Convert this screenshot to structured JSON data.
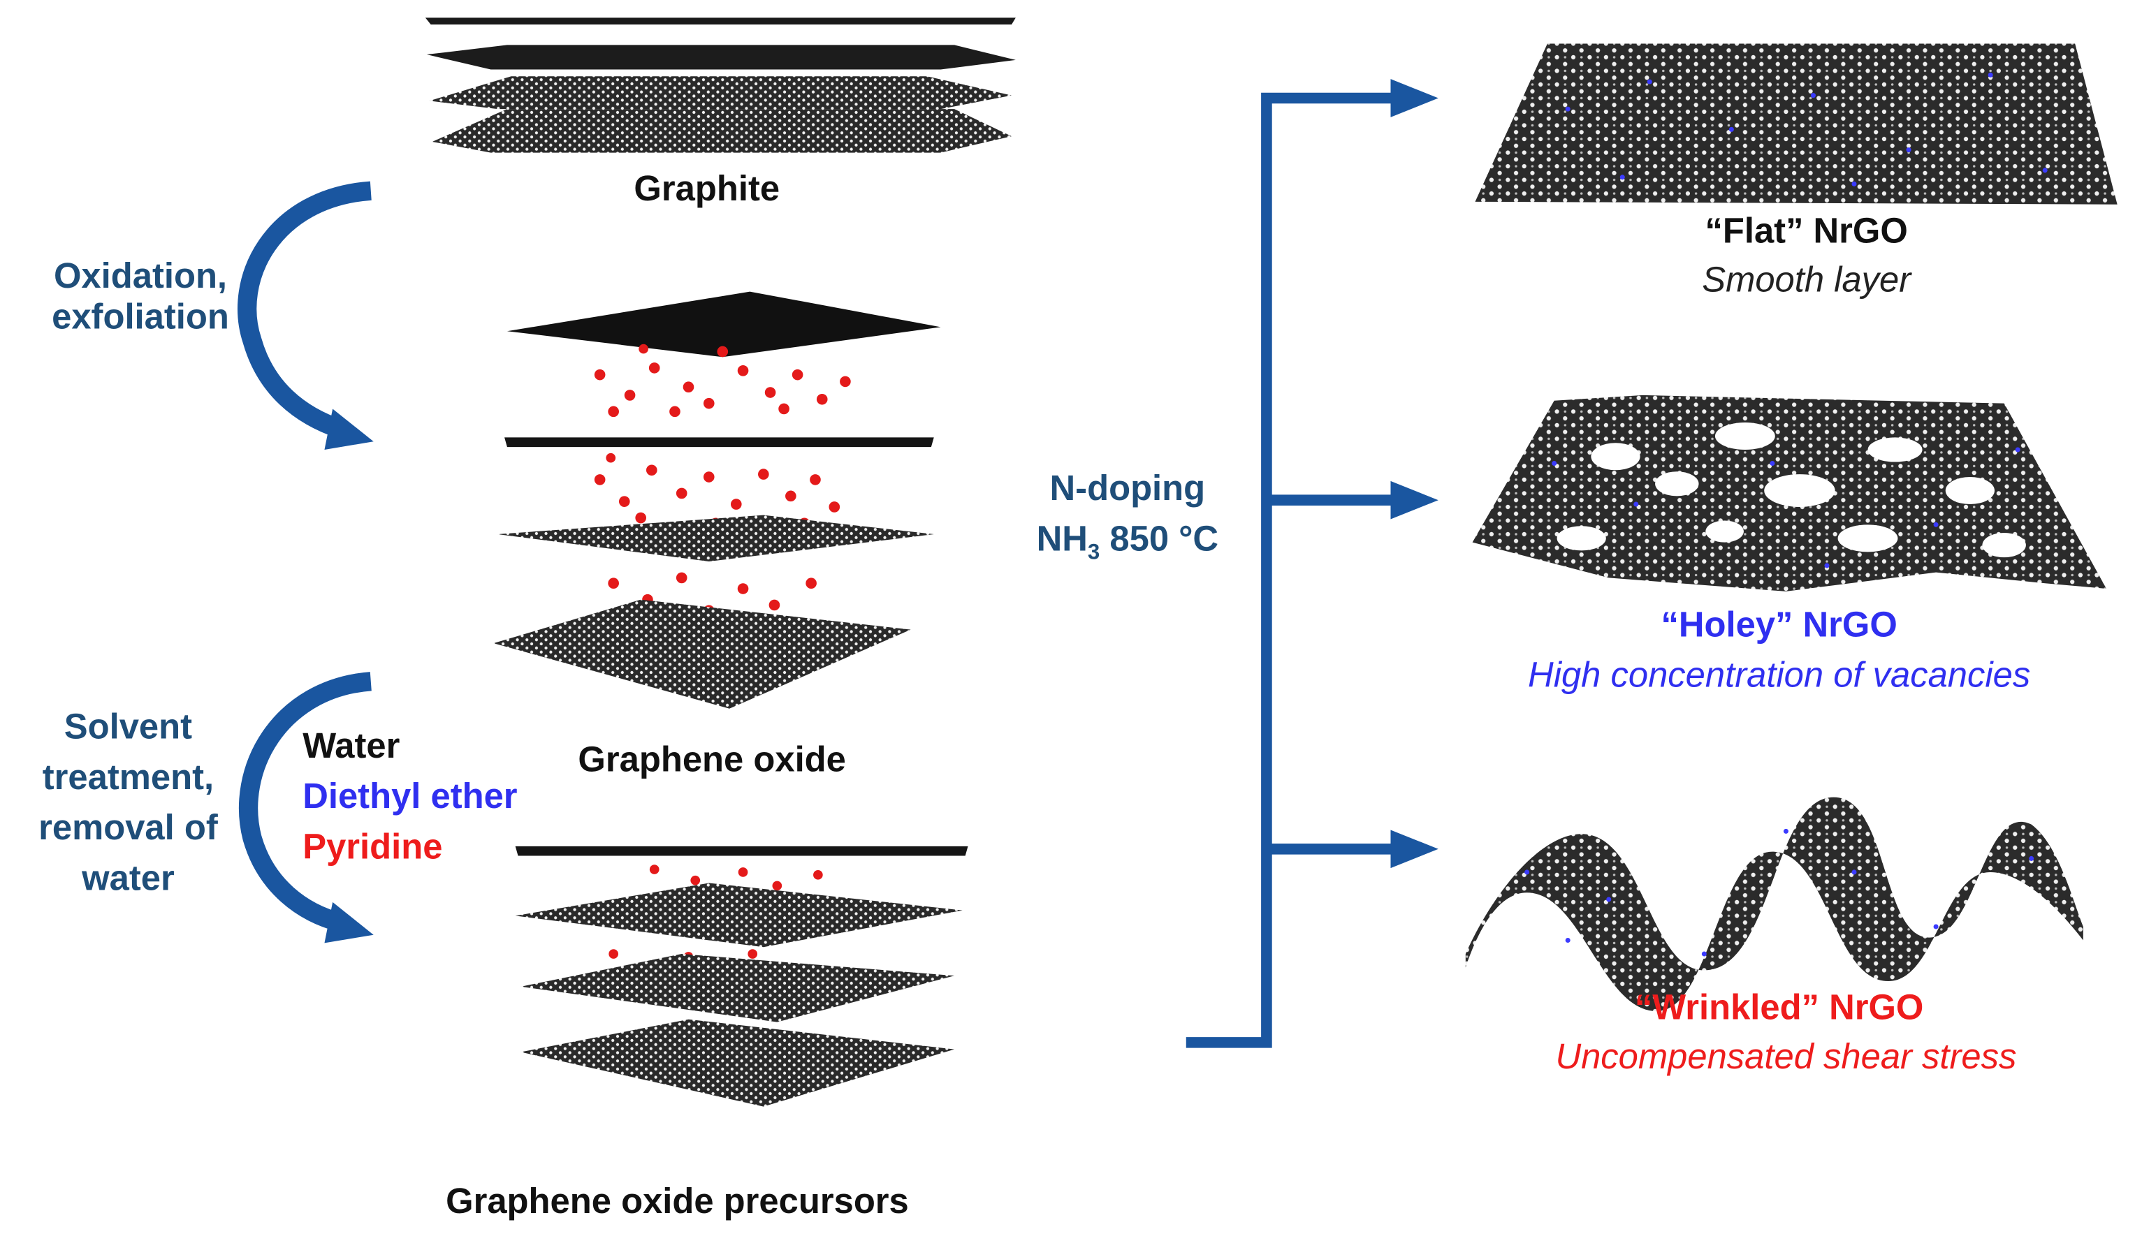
{
  "labels": {
    "graphite": "Graphite",
    "graphene_oxide": "Graphene oxide",
    "precursors": "Graphene oxide precursors",
    "oxidation_line1": "Oxidation,",
    "oxidation_line2": "exfoliation",
    "solvent_line1": "Solvent",
    "solvent_line2": "treatment,",
    "solvent_line3": "removal of",
    "solvent_line4": "water",
    "solvent_water": "Water",
    "solvent_diethyl": "Diethyl ether",
    "solvent_pyridine": "Pyridine",
    "ndoping_line1": "N-doping",
    "ndoping_nh": "NH",
    "ndoping_sub": "3",
    "ndoping_temp": " 850 °C"
  },
  "products": [
    {
      "title": "“Flat” NrGO",
      "subtitle": "Smooth layer",
      "color": "#111111"
    },
    {
      "title": "“Holey” NrGO",
      "subtitle": "High concentration of vacancies",
      "color": "#2f2ff0"
    },
    {
      "title": "“Wrinkled” NrGO",
      "subtitle": "Uncompensated shear stress",
      "color": "#ee1c1c"
    }
  ],
  "colors": {
    "arrow_blue": "#1a56a0",
    "label_blue": "#1f4e79",
    "carbon": "#1a1a1a",
    "oxygen": "#e41a1a",
    "nitrogen": "#3b3bff",
    "water": "#111111",
    "diethyl": "#2f2ff0",
    "pyridine": "#ee1c1c"
  }
}
